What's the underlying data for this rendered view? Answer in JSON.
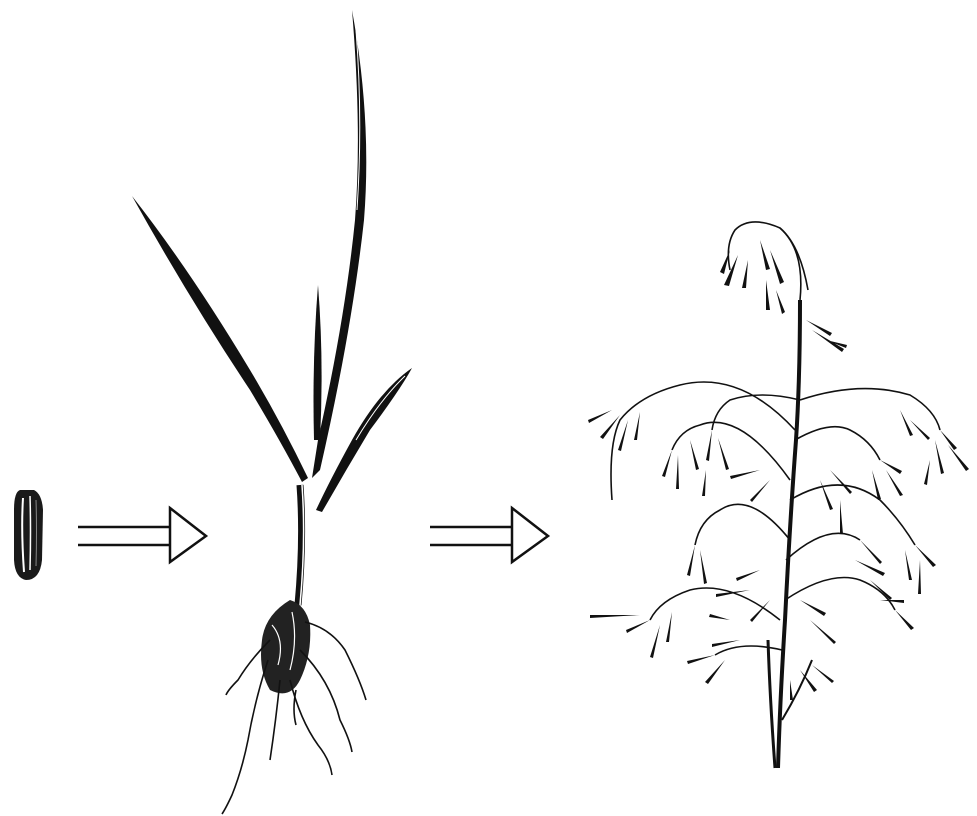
{
  "diagram": {
    "stages": [
      {
        "id": "seed",
        "icon": "seed-icon"
      },
      {
        "id": "seedling",
        "icon": "seedling-icon"
      },
      {
        "id": "mature-plant",
        "icon": "mature-grass-plant-icon"
      }
    ],
    "arrows": [
      {
        "from": "seed",
        "to": "seedling",
        "icon": "double-arrow-right-icon"
      },
      {
        "from": "seedling",
        "to": "mature-plant",
        "icon": "double-arrow-right-icon"
      }
    ],
    "colors": {
      "ink": "#111111",
      "background": "#ffffff"
    }
  }
}
